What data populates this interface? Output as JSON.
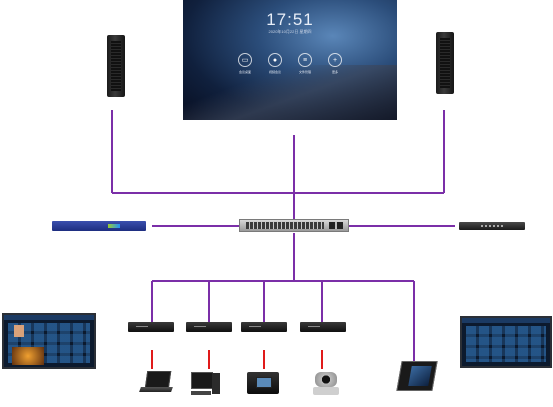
{
  "display": {
    "clock": "17:51",
    "date": "2020年10月22日  星期四",
    "icons": [
      "screen-icon",
      "user-icon",
      "document-icon",
      "plus-icon"
    ],
    "labels": [
      "会议桌面",
      "视频会议",
      "文件管理",
      "更多"
    ]
  },
  "colors": {
    "wire": "#7b2fa8",
    "device_link": "#e01a1a"
  }
}
